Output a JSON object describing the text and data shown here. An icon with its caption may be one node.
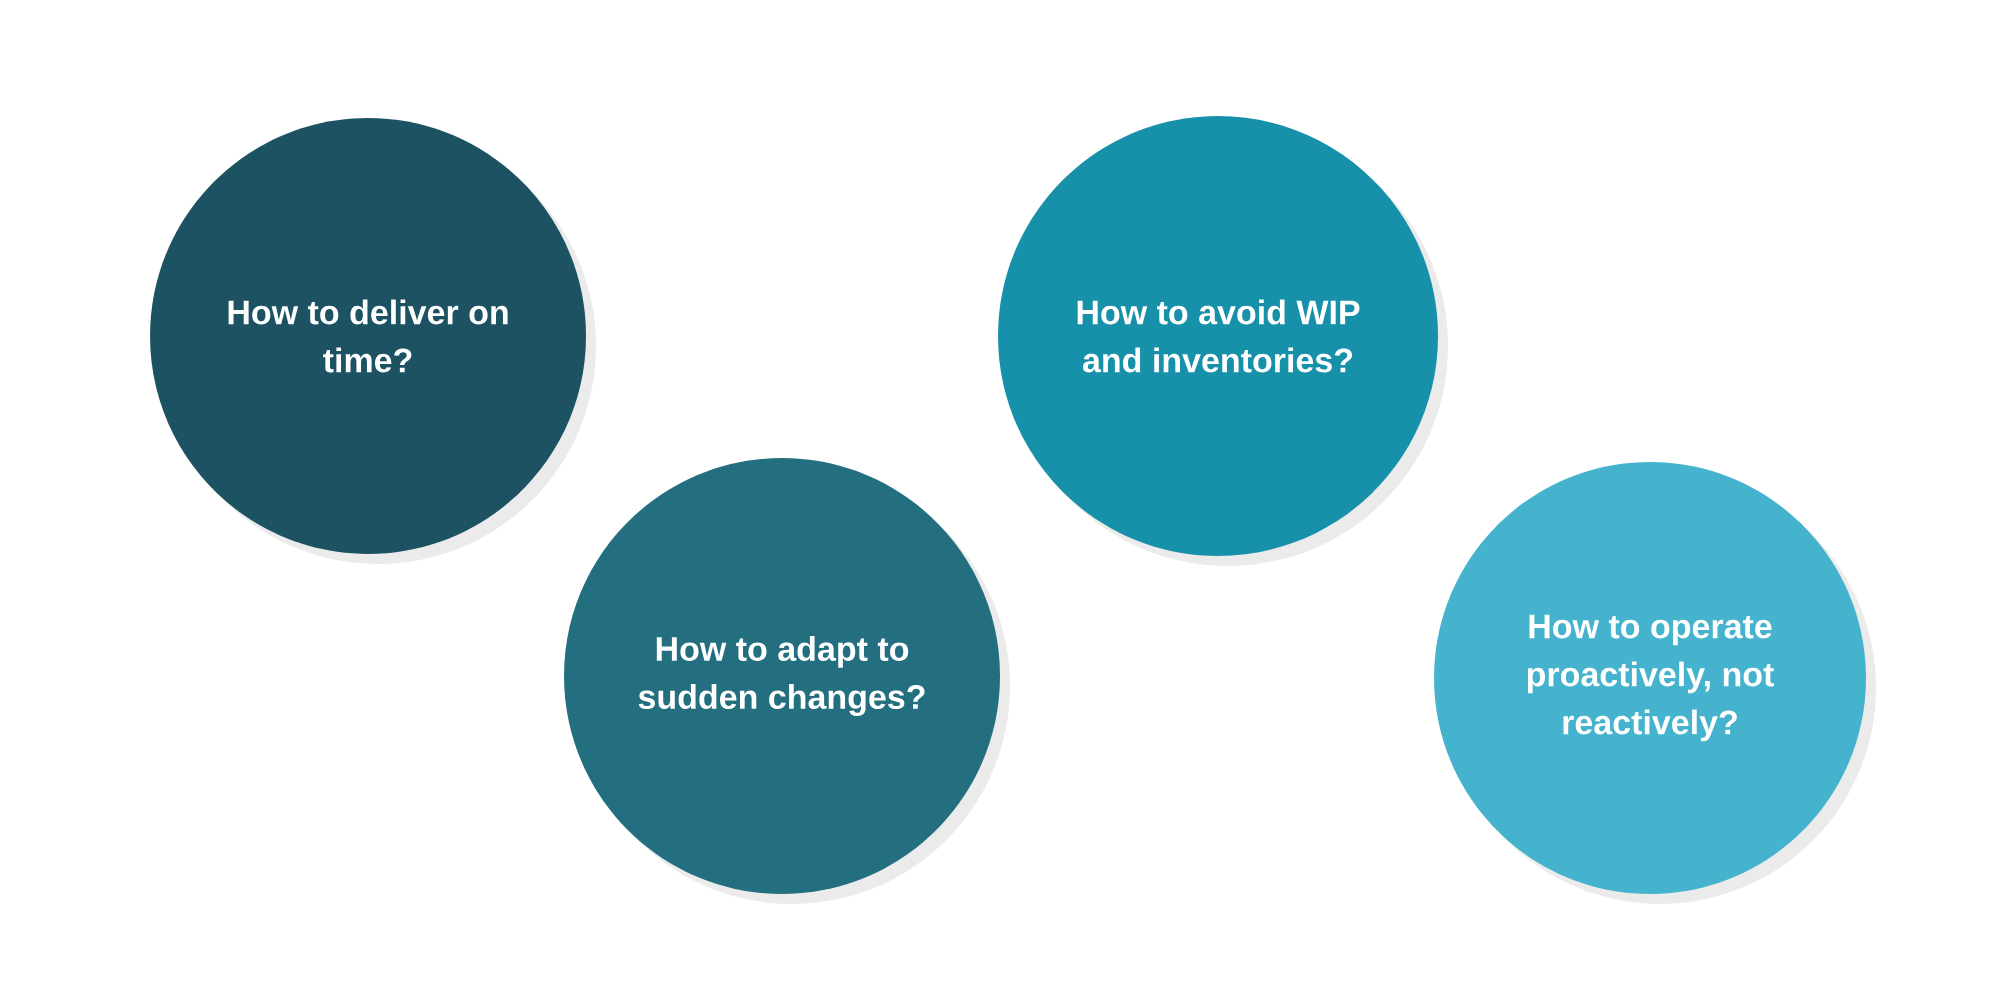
{
  "diagram": {
    "nodes": [
      {
        "text": [
          "How to deliver on time?"
        ]
      },
      {
        "text": [
          "How to adapt to sudden changes?"
        ]
      },
      {
        "text": [
          "How to avoid WIP and inventories?"
        ]
      },
      {
        "text": [
          "How to operate proactively, not reactively?"
        ]
      }
    ]
  }
}
